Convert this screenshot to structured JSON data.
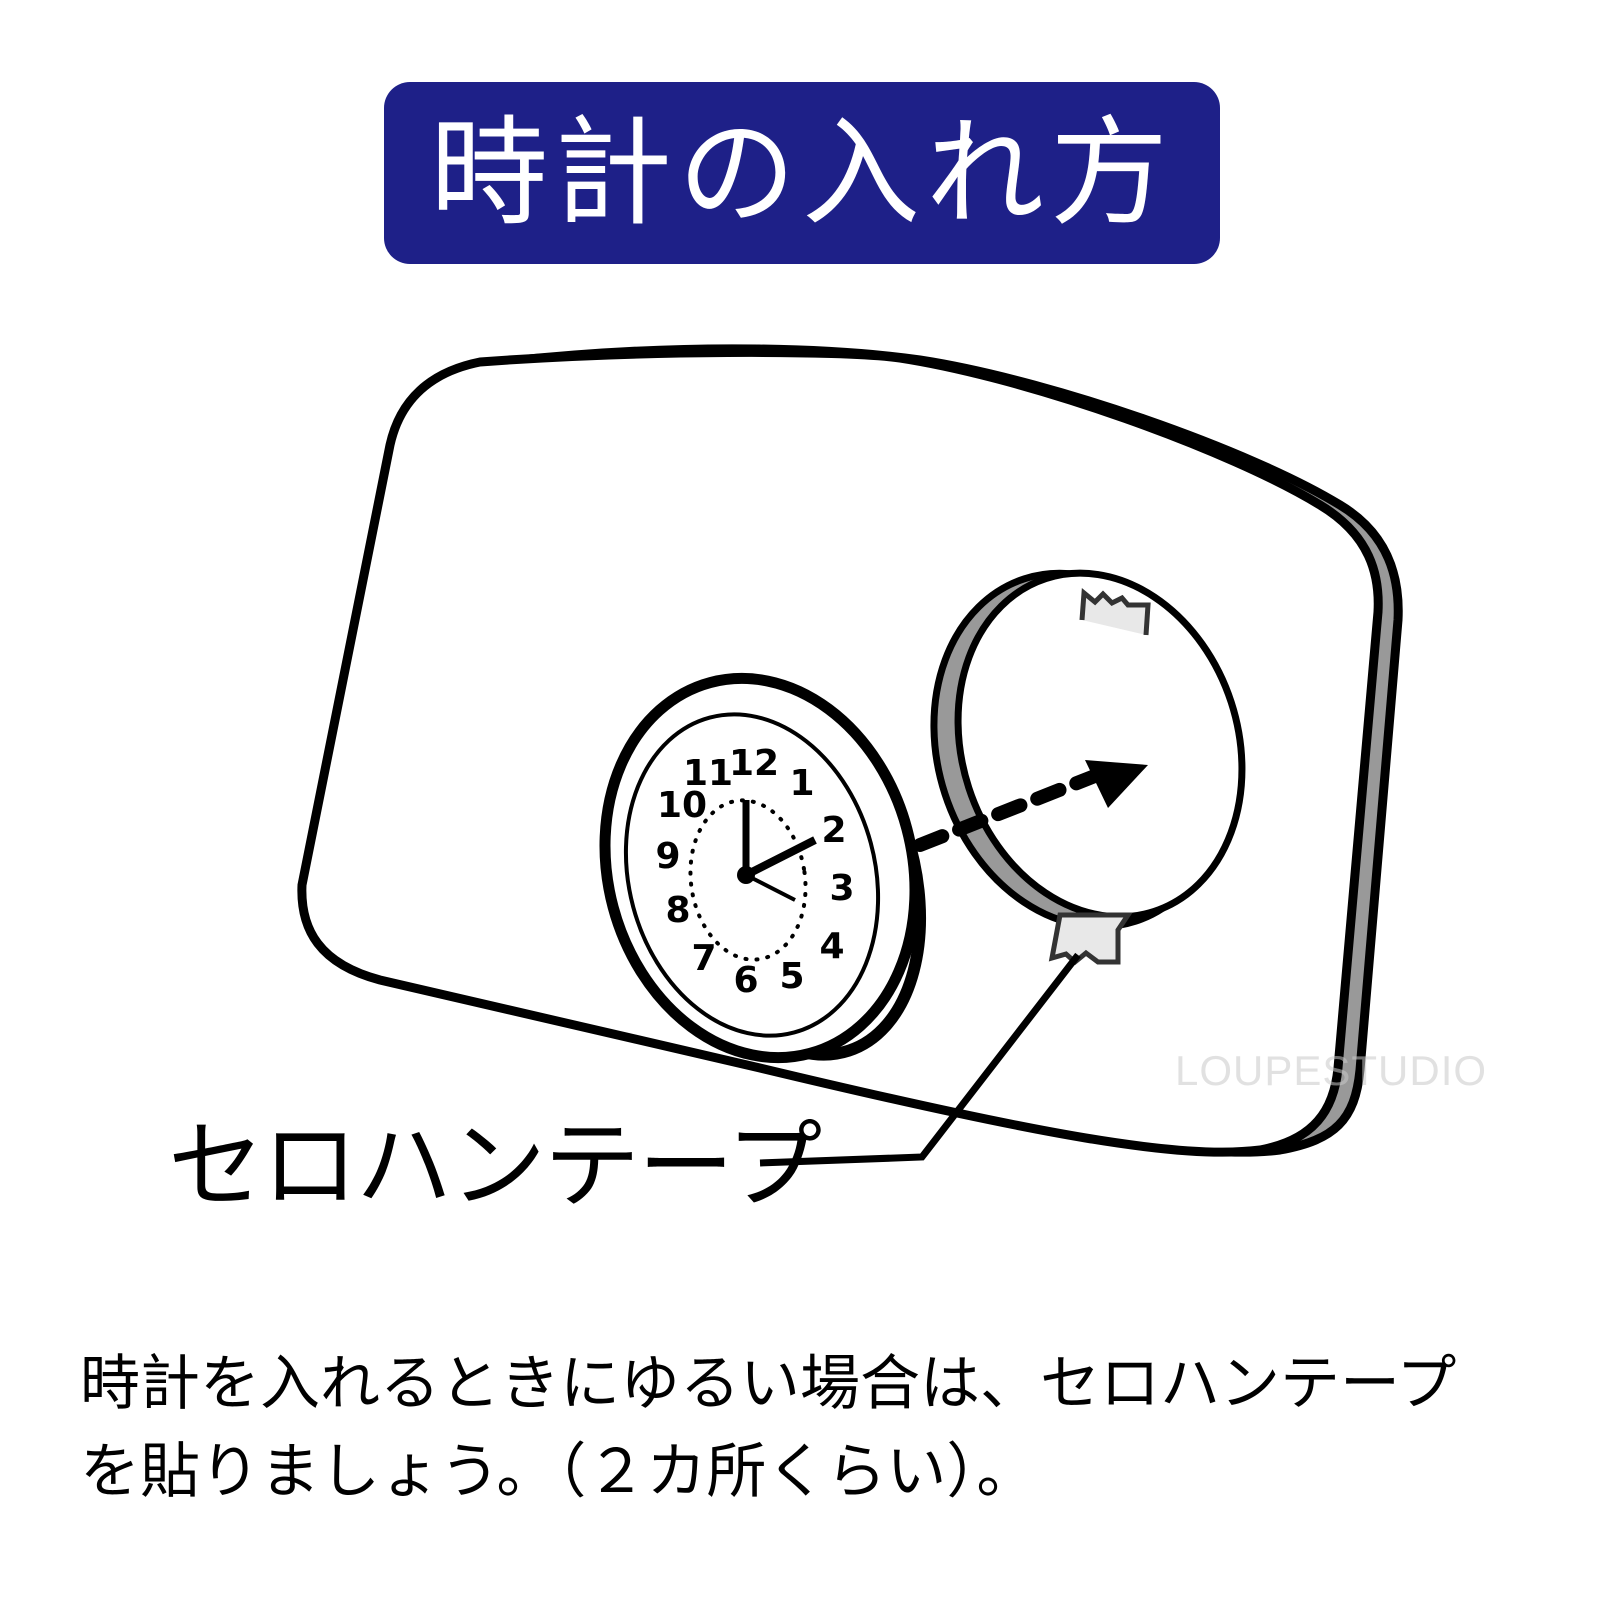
{
  "header": {
    "title": "時計の入れ方",
    "background_color": "#1e2088",
    "text_color": "#ffffff"
  },
  "illustration": {
    "frame_fill": "#ffffff",
    "frame_edge_color": "#999999",
    "outline_color": "#000000",
    "tape_fill": "#e8e8e8",
    "clock": {
      "numerals": [
        "12",
        "1",
        "2",
        "3",
        "4",
        "5",
        "6",
        "7",
        "8",
        "9",
        "10",
        "11"
      ],
      "time_shown": "2:00 (hour hand at 2, minute hand at 12, second hand near 4)"
    },
    "arrow_direction": "clock into hole (dashed arrow)",
    "callout": {
      "label": "セロハンテープ"
    },
    "watermark": "LOUPESTUDIO"
  },
  "instructions": {
    "line1": "時計を入れるときにゆるい場合は、セロハンテープ",
    "line2": "を貼りましょう。（２カ所くらい）。"
  }
}
